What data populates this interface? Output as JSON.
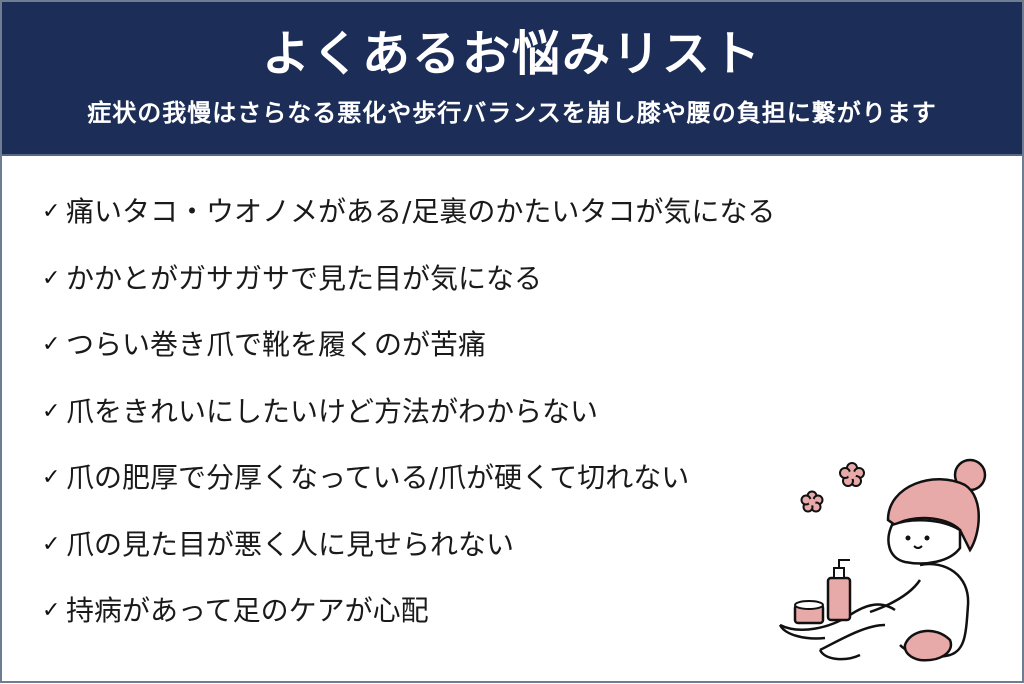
{
  "header": {
    "title": "よくあるお悩みリスト",
    "subtitle": "症状の我慢はさらなる悪化や歩行バランスを崩し膝や腰の負担に繋がります"
  },
  "checklist": {
    "check_glyph": "✓",
    "items": [
      {
        "text": "痛いタコ・ウオノメがある/足裏のかたいタコが気になる"
      },
      {
        "text": "かかとがガサガサで見た目が気になる"
      },
      {
        "text": "つらい巻き爪で靴を履くのが苦痛"
      },
      {
        "text": "爪をきれいにしたいけど方法がわからない"
      },
      {
        "text": "爪の肥厚で分厚くなっている/爪が硬くて切れない"
      },
      {
        "text": "爪の見た目が悪く人に見せられない"
      },
      {
        "text": "持病があって足のケアが心配"
      }
    ]
  },
  "colors": {
    "header_bg": "#1c2d57",
    "header_text": "#ffffff",
    "highlight": "#fbf6c6",
    "illustration_pink": "#e8a9a9",
    "border": "#6f7d93"
  },
  "illustration": {
    "icon": "woman-foot-care-illustration"
  }
}
